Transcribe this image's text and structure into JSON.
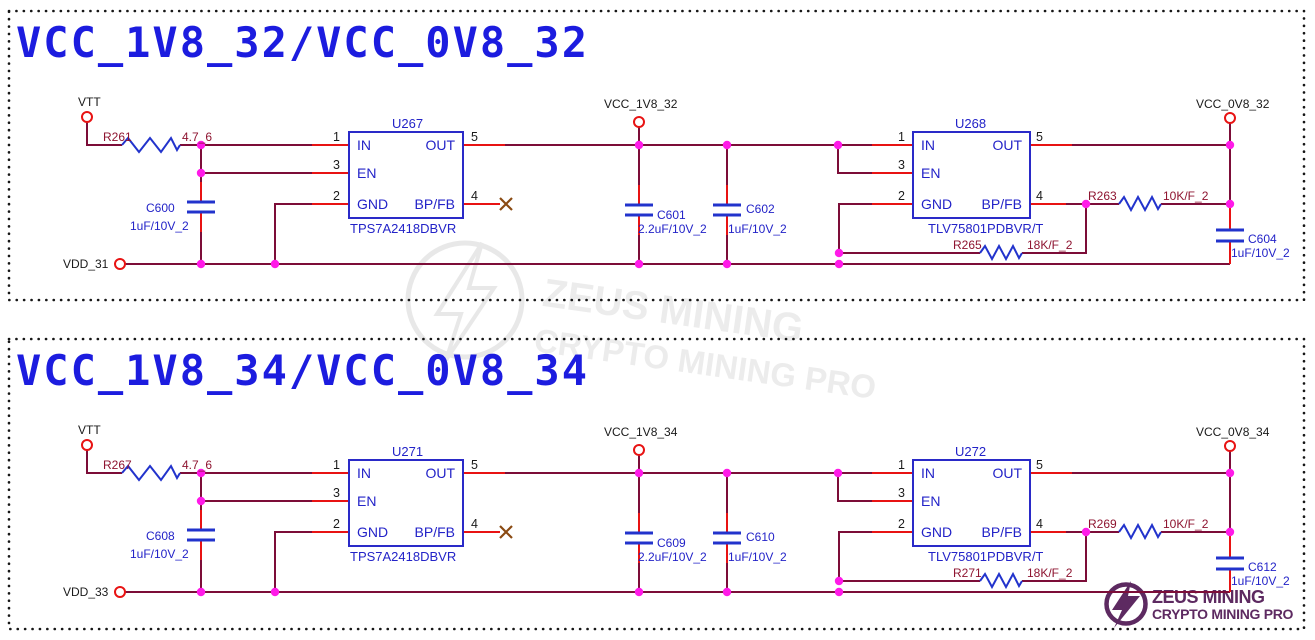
{
  "pins": {
    "in": "IN",
    "en": "EN",
    "gnd": "GND",
    "out": "OUT",
    "fb": "BP/FB"
  },
  "pin_numbers": {
    "p1": "1",
    "p3": "3",
    "p2": "2",
    "p5": "5",
    "p4": "4"
  },
  "watermark": {
    "line1": "ZEUS MINING",
    "line2": "CRYPTO MINING PRO"
  },
  "logo": {
    "line1": "ZEUS MINING",
    "line2": "CRYPTO MINING PRO"
  },
  "colors": {
    "wire": "#7c0d38",
    "pin_stub": "#e81313",
    "component_blue": "#2233cc",
    "junction": "#ff1ae8",
    "title_blue": "#1c1cdf",
    "resistor_label": "#8e1430",
    "no_connect": "#8a4a12",
    "logo_purple": "#5d2a61"
  },
  "circuits": [
    {
      "title": "VCC_1V8_32/VCC_0V8_32",
      "nets": {
        "input": "VTT",
        "mid": "VCC_1V8_32",
        "output": "VCC_0V8_32",
        "gnd": "VDD_31"
      },
      "regulator1": {
        "ref": "U267",
        "part": "TPS7A2418DBVR"
      },
      "regulator2": {
        "ref": "U268",
        "part": "TLV75801PDBVR/T"
      },
      "r_in": {
        "ref": "R261",
        "value": "4.7_6"
      },
      "c_in": {
        "ref": "C600",
        "value": "1uF/10V_2"
      },
      "c_mid1": {
        "ref": "C601",
        "value": "2.2uF/10V_2"
      },
      "c_mid2": {
        "ref": "C602",
        "value": "1uF/10V_2"
      },
      "r_fb_top": {
        "ref": "R263",
        "value": "10K/F_2"
      },
      "r_fb_bot": {
        "ref": "R265",
        "value": "18K/F_2"
      },
      "c_out": {
        "ref": "C604",
        "value": "1uF/10V_2"
      }
    },
    {
      "title": "VCC_1V8_34/VCC_0V8_34",
      "nets": {
        "input": "VTT",
        "mid": "VCC_1V8_34",
        "output": "VCC_0V8_34",
        "gnd": "VDD_33"
      },
      "regulator1": {
        "ref": "U271",
        "part": "TPS7A2418DBVR"
      },
      "regulator2": {
        "ref": "U272",
        "part": "TLV75801PDBVR/T"
      },
      "r_in": {
        "ref": "R267",
        "value": "4.7_6"
      },
      "c_in": {
        "ref": "C608",
        "value": "1uF/10V_2"
      },
      "c_mid1": {
        "ref": "C609",
        "value": "2.2uF/10V_2"
      },
      "c_mid2": {
        "ref": "C610",
        "value": "1uF/10V_2"
      },
      "r_fb_top": {
        "ref": "R269",
        "value": "10K/F_2"
      },
      "r_fb_bot": {
        "ref": "R271",
        "value": "18K/F_2"
      },
      "c_out": {
        "ref": "C612",
        "value": "1uF/10V_2"
      }
    }
  ]
}
